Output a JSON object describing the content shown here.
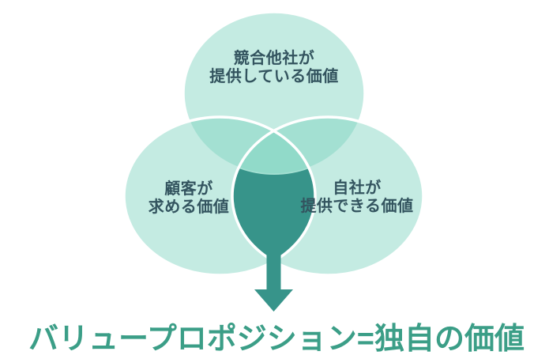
{
  "diagram": {
    "title": "バリュープロポジション=独自の価値",
    "circles": {
      "competitors": {
        "line1": "競合他社が",
        "line2": "提供している価値"
      },
      "customers": {
        "line1": "顧客が",
        "line2": "求める価値"
      },
      "company": {
        "line1": "自社が",
        "line2": "提供できる価値"
      }
    },
    "colors": {
      "circle_fill": "rgba(124,211,191,0.45)",
      "circle_stroke": "#ffffff",
      "intersection_fill": "#37948a",
      "arrow_fill": "#37948a",
      "title_color": "#3b9e87",
      "label_color": "#33545f"
    }
  }
}
